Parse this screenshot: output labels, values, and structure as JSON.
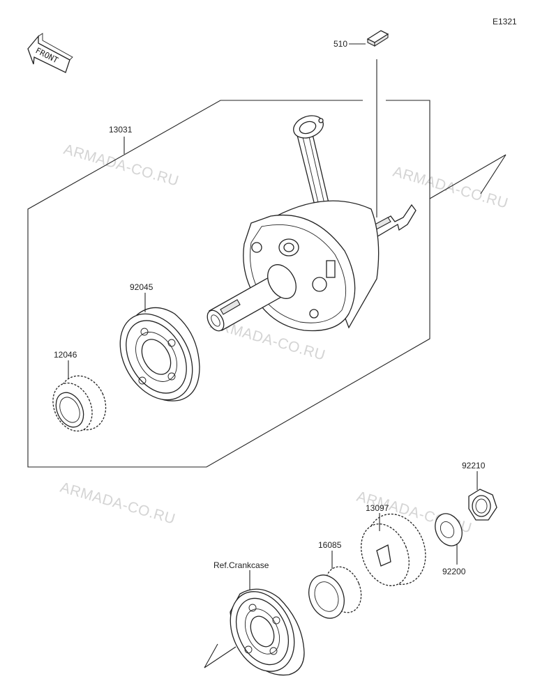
{
  "diagram_code": "E1321",
  "front_label": "FRONT",
  "watermark": "ARMADA-CO.RU",
  "callouts": {
    "key": "510",
    "crankshaft_assy": "13031",
    "bearing_inner": "92045",
    "gear_small": "12046",
    "nut": "92210",
    "washer": "92200",
    "gear_large": "13097",
    "gear_mid": "16085",
    "ref_crankcase": "Ref.Crankcase"
  }
}
